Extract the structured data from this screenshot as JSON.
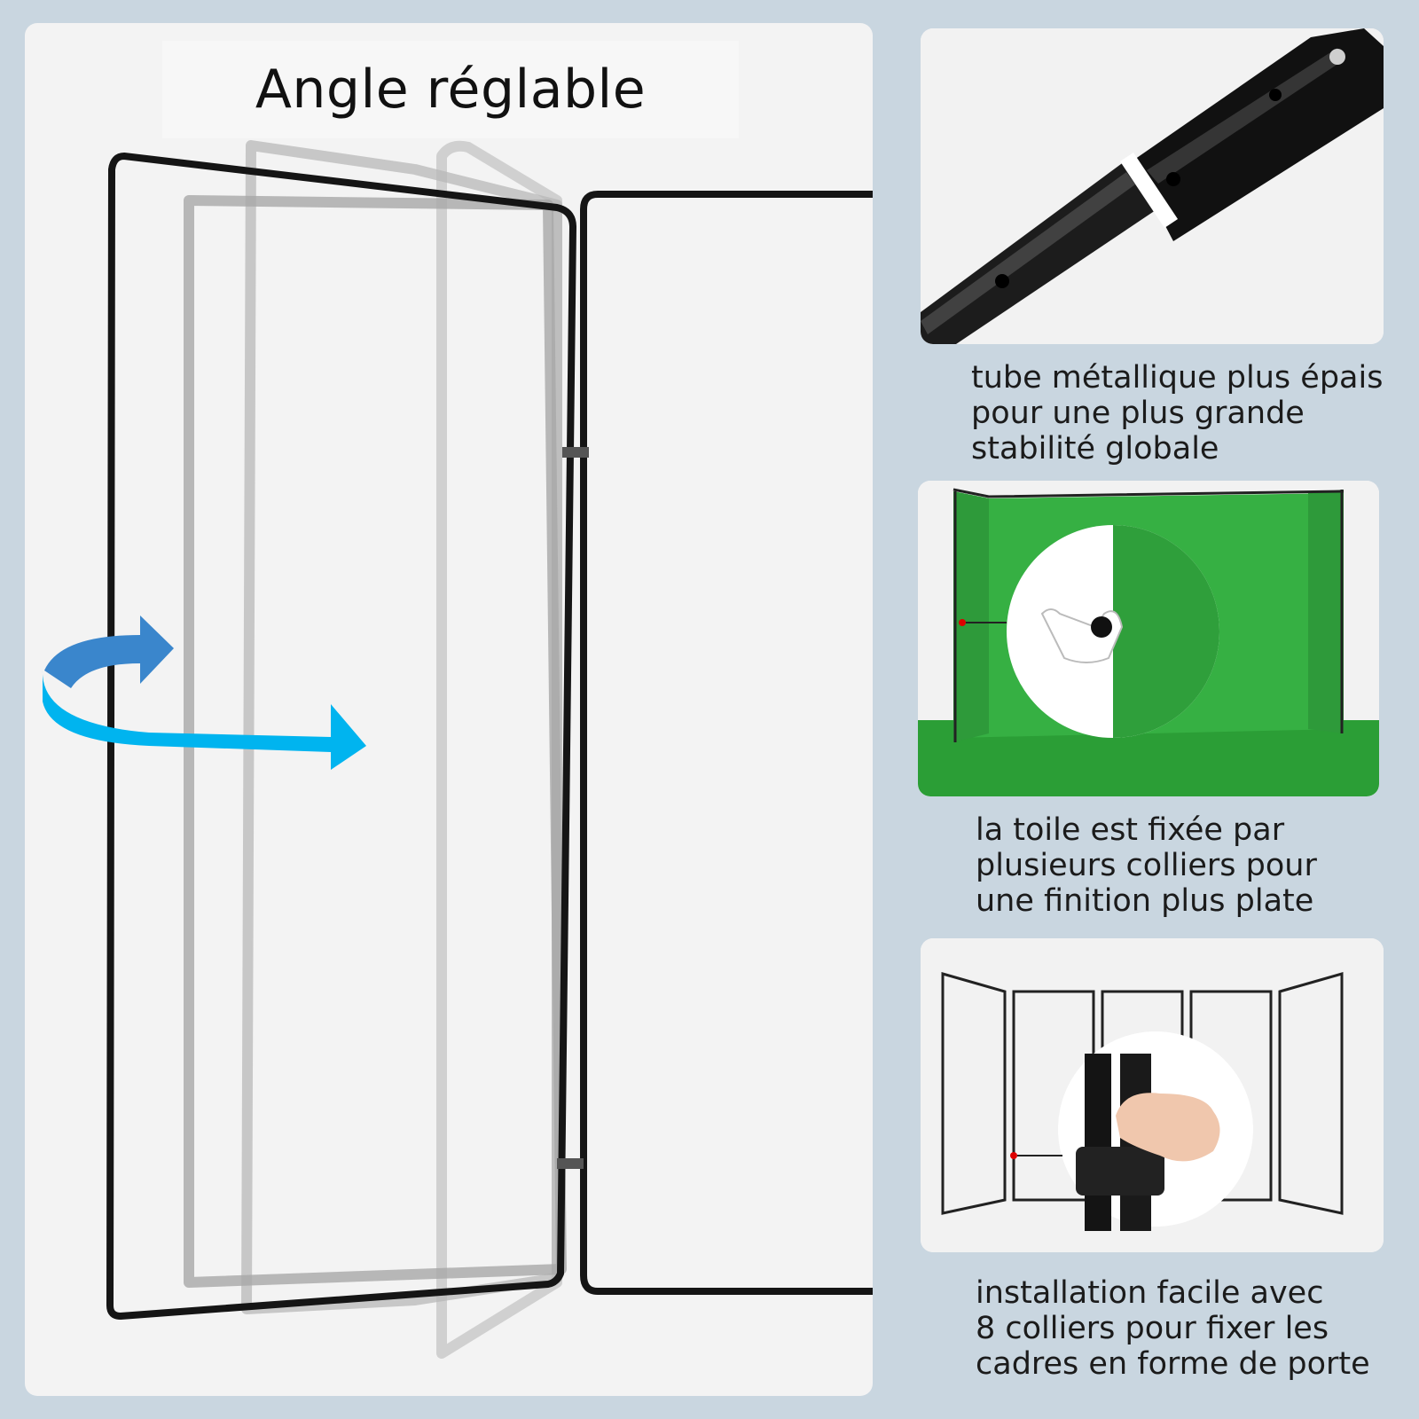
{
  "main": {
    "title": "Angle réglable"
  },
  "features": [
    {
      "caption_line1": "tube métallique plus épais",
      "caption_line2": "pour une plus grande",
      "caption_line3": "stabilité globale",
      "image": "metal-tube-closeup"
    },
    {
      "caption_line1": "la toile est fixée par",
      "caption_line2": "plusieurs colliers pour",
      "caption_line3": "une finition plus plate",
      "image": "green-screen-clip-closeup"
    },
    {
      "caption_line1": "installation facile avec",
      "caption_line2": "8 colliers pour fixer les",
      "caption_line3": "cadres en forme de porte",
      "image": "frame-clamp-closeup"
    }
  ],
  "colors": {
    "background": "#c9d6e0",
    "panel": "#f3f3f3",
    "frame": "#151515",
    "ghost_frame": "#9a9a9a",
    "arrow_light": "#00b4ef",
    "arrow_dark": "#3a86cc",
    "green_screen": "#2fa83c"
  },
  "icons": [
    "rotate-arrow-icon"
  ]
}
